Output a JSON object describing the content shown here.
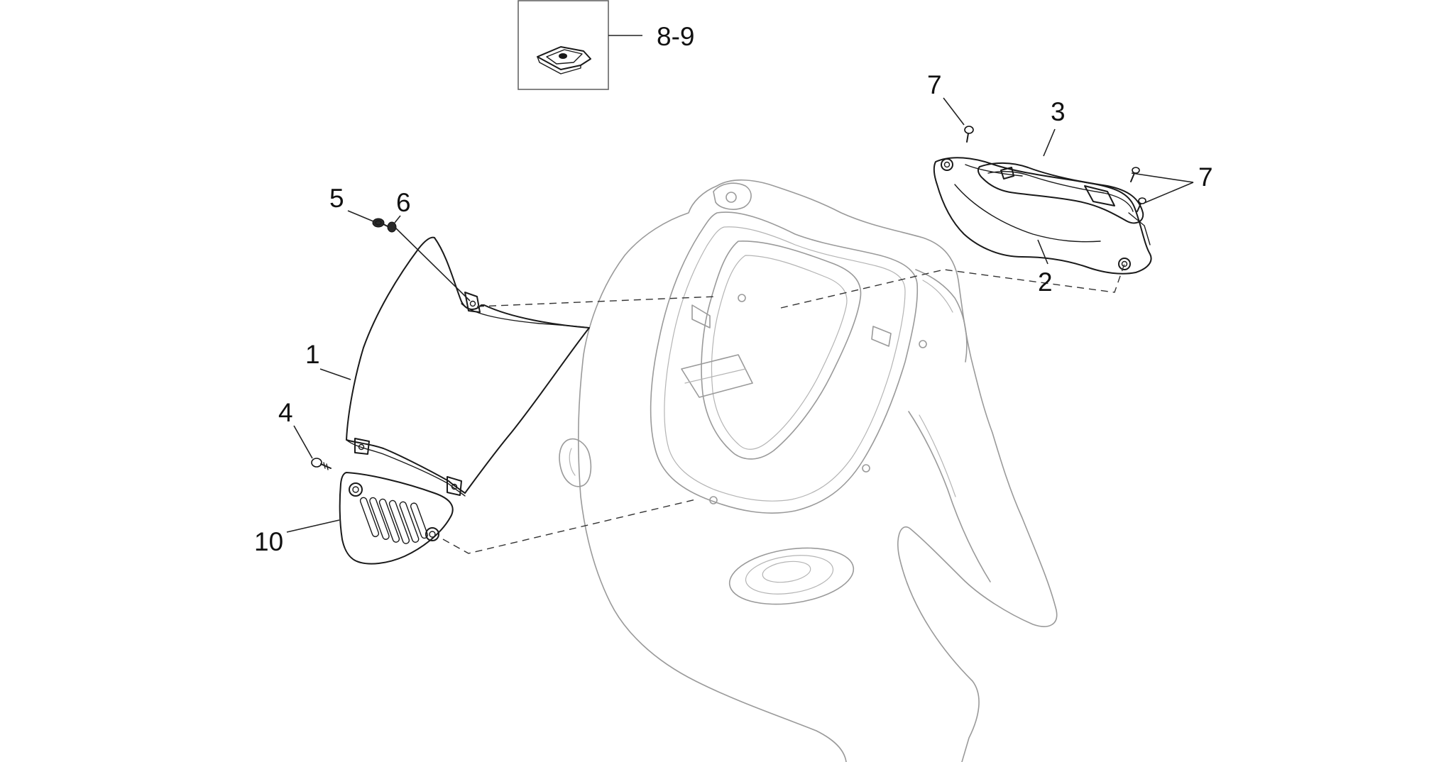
{
  "diagram": {
    "callouts": {
      "part_1": "1",
      "part_2": "2",
      "part_3": "3",
      "part_4": "4",
      "part_5": "5",
      "part_6": "6",
      "part_7_top": "7",
      "part_7_right": "7",
      "part_8_9": "8-9",
      "part_10": "10"
    }
  }
}
